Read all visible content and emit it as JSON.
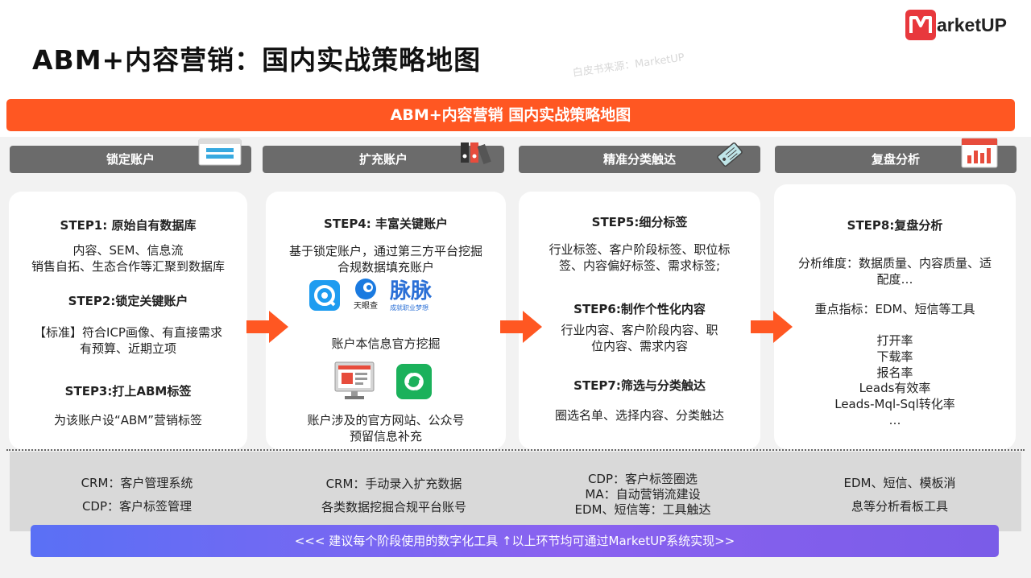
{
  "title": "ABM+内容营销：国内实战策略地图",
  "logo": {
    "text": "arketUP"
  },
  "watermark": "白皮书来源：MarketUP",
  "banner": "ABM+内容营销 国内实战策略地图",
  "columns": [
    {
      "header": "锁定账户"
    },
    {
      "header": "扩充账户"
    },
    {
      "header": "精准分类触达"
    },
    {
      "header": "复盘分析"
    }
  ],
  "col1": {
    "step1_title": "STEP1: 原始自有数据库",
    "step1_line1": "内容、SEM、信息流",
    "step1_line2": "销售自拓、生态合作等汇聚到数据库",
    "step2_title": "STEP2:锁定关键账户",
    "step2_line1": "【标准】符合ICP画像、有直接需求",
    "step2_line2": "有预算、近期立项",
    "step3_title": "STEP3:打上ABM标签",
    "step3_line1": "为该账户设“ABM”营销标签"
  },
  "col2": {
    "step4_title": "STEP4: 丰富关键账户",
    "step4_line1": "基于锁定账户，通过第三方平台挖掘",
    "step4_line2": "合规数据填充账户",
    "tianyancha_label": "天眼查",
    "maimai_label": "脉脉",
    "maimai_sub": "成就职业梦想",
    "official_line": "账户本信息官方挖掘",
    "site_line1": "账户涉及的官方网站、公众号",
    "site_line2": "预留信息补充"
  },
  "col3": {
    "step5_title": "STEP5:细分标签",
    "step5_line1": "行业标签、客户阶段标签、职位标",
    "step5_line2": "签、内容偏好标签、需求标签;",
    "step6_title": "STEP6:制作个性化内容",
    "step6_line1": "行业内容、客户阶段内容、职",
    "step6_line2": "位内容、需求内容",
    "step7_title": "STEP7:筛选与分类触达",
    "step7_line1": "圈选名单、选择内容、分类触达"
  },
  "col4": {
    "step8_title": "STEP8:复盘分析",
    "dim_line1": "分析维度：数据质量、内容质量、适",
    "dim_line2": "配度…",
    "key_line": "重点指标：EDM、短信等工具",
    "metrics": [
      "打开率",
      "下载率",
      "报名率",
      "Leads有效率",
      "Leads-Mql-Sql转化率",
      "…"
    ]
  },
  "tools": {
    "t1_line1": "CRM：客户管理系统",
    "t1_line2": "CDP：客户标签管理",
    "t2_line1": "CRM：手动录入扩充数据",
    "t2_line2": "各类数据挖掘合规平台账号",
    "t3_line1": "CDP：客户标签圈选",
    "t3_line2": "MA：自动营销流建设",
    "t3_line3": "EDM、短信等：工具触达",
    "t4_line1": "EDM、短信、模板消",
    "t4_line2": "息等分析看板工具"
  },
  "footer": "<<< 建议每个阶段使用的数字化工具 ↑以上环节均可通过MarketUP系统实现>>",
  "colors": {
    "accent": "#ff5722",
    "header_gray": "#6b6b6b",
    "footer_start": "#5a70f5",
    "footer_end": "#8a62f0"
  }
}
